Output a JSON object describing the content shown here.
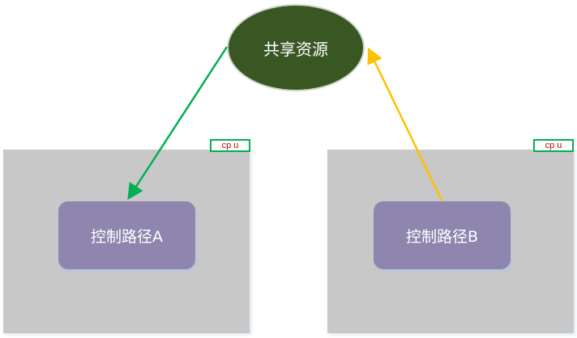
{
  "shared_resource": {
    "label": "共享资源",
    "color": "#385723"
  },
  "cpus": [
    {
      "label": "cp u",
      "path_label": "控制路径A",
      "arrow_color": "#00b050"
    },
    {
      "label": "cp u",
      "path_label": "控制路径B",
      "arrow_color": "#ffc000"
    }
  ]
}
